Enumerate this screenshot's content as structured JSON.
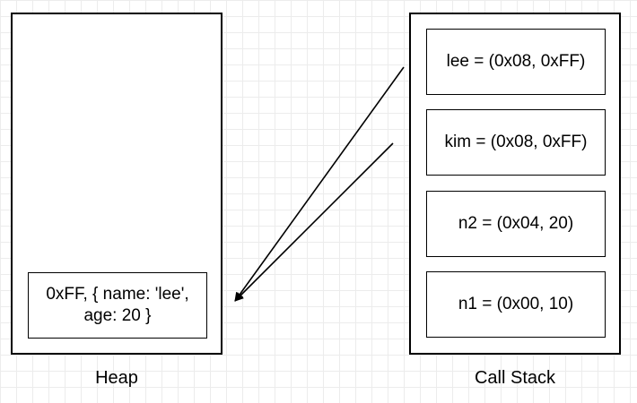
{
  "heap": {
    "caption": "Heap",
    "objects": [
      {
        "text": "0xFF, { name: 'lee', age: 20 }"
      }
    ]
  },
  "stack": {
    "caption": "Call Stack",
    "frames": [
      {
        "text": "lee = (0x08, 0xFF)"
      },
      {
        "text": "kim = (0x08, 0xFF)"
      },
      {
        "text": "n2 = (0x04, 20)"
      },
      {
        "text": "n1 = (0x00, 10)"
      }
    ]
  },
  "references": [
    {
      "from": "lee",
      "to": "0xFF"
    },
    {
      "from": "kim",
      "to": "0xFF"
    }
  ],
  "colors": {
    "stroke": "#000000",
    "grid": "#ececec",
    "background": "#ffffff"
  }
}
